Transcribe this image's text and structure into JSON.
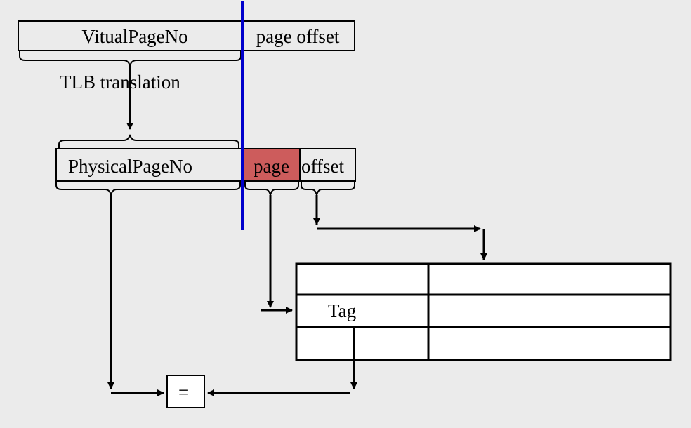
{
  "virtual_address": {
    "vpn_label": "VitualPageNo",
    "offset_label": "page offset"
  },
  "translation_label": "TLB translation",
  "physical_address": {
    "ppn_label": "PhysicalPageNo",
    "page_label": "page",
    "offset_label": "offset"
  },
  "cache_table": {
    "rows": 3,
    "tag_label": "Tag"
  },
  "comparator_label": "=",
  "colors": {
    "background": "#ebebeb",
    "divider_line": "#0000cc",
    "highlight_fill": "#cd5c5c",
    "stroke": "#000000"
  }
}
